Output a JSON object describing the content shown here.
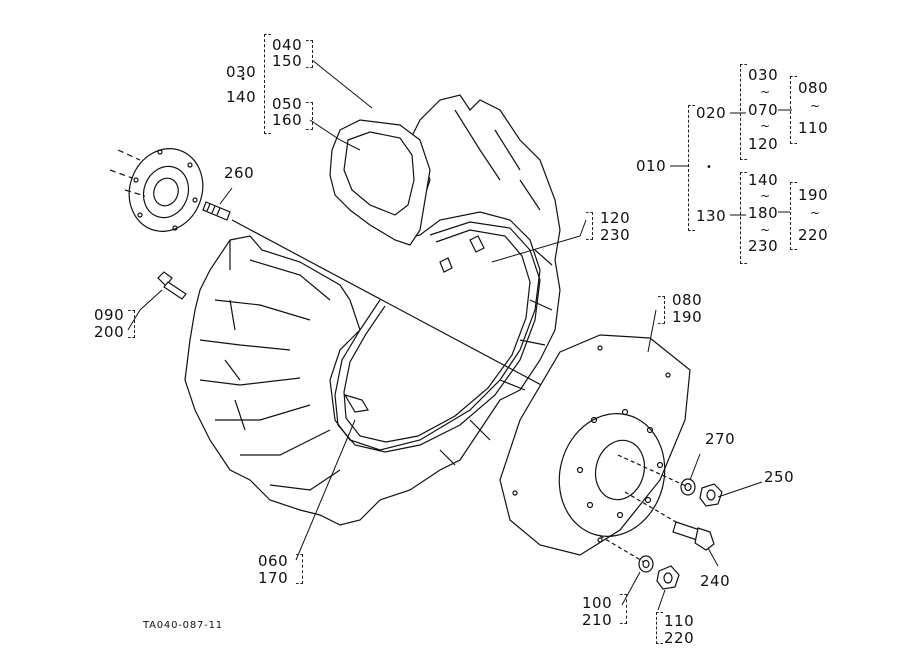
{
  "labels": {
    "p040": "040",
    "p150": "150",
    "p030": "030",
    "p140": "140",
    "p050": "050",
    "p160": "160",
    "p260": "260",
    "p090": "090",
    "p200": "200",
    "p120": "120",
    "p230": "230",
    "p080": "080",
    "p190": "190",
    "p270": "270",
    "p250": "250",
    "p240": "240",
    "p060": "060",
    "p170": "170",
    "p100": "100",
    "p210": "210",
    "p110": "110",
    "p220": "220"
  },
  "tree": {
    "root": "010",
    "g1": "020",
    "g1a": "030",
    "g1b": "070",
    "g1c": "120",
    "g1s1": "080",
    "g1s2": "110",
    "g2": "130",
    "g2a": "140",
    "g2b": "180",
    "g2c": "230",
    "g2s1": "190",
    "g2s2": "220",
    "tilde": "~",
    "dot": "•"
  },
  "dot": "•",
  "figure_code": "TA040-087-11"
}
